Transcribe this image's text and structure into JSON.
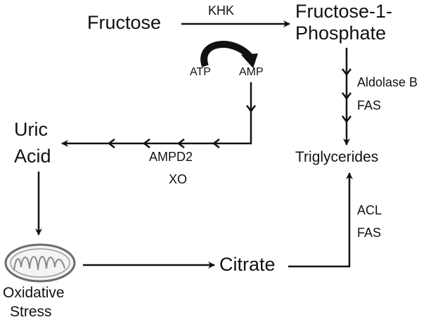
{
  "nodes": {
    "fructose": "Fructose",
    "fructose_1_phosphate_line1": "Fructose-1-",
    "fructose_1_phosphate_line2": "Phosphate",
    "uric_acid_line1": "Uric",
    "uric_acid_line2": "Acid",
    "triglycerides": "Triglycerides",
    "citrate": "Citrate",
    "oxidative_stress_line1": "Oxidative",
    "oxidative_stress_line2": "Stress"
  },
  "cofactors": {
    "atp": "ATP",
    "amp": "AMP"
  },
  "enzymes": {
    "khk": "KHK",
    "aldolase_b": "Aldolase B",
    "fas_upper": "FAS",
    "ampd2": "AMPD2",
    "xo": "XO",
    "acl": "ACL",
    "fas_lower": "FAS"
  },
  "icons": {
    "mitochondrion": "mitochondrion-icon"
  },
  "colors": {
    "line": "#111111",
    "mito_outline": "#6b6b6b",
    "mito_fill": "#f4f4f4"
  }
}
